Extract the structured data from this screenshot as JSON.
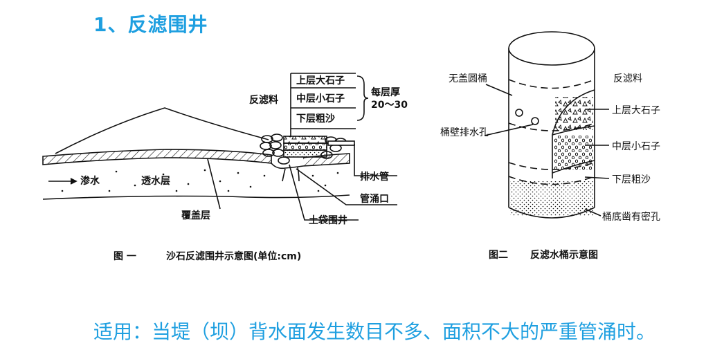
{
  "title": "1、反滤围井",
  "figure1": {
    "caption_no": "图 一",
    "caption_text": "沙石反滤围井示意图(单位:cm)",
    "label_filter": "反滤料",
    "layers": [
      "上层大石子",
      "中层小石子",
      "下层粗沙"
    ],
    "thickness_line1": "每层厚",
    "thickness_line2": "20～30",
    "label_seep": "渗水",
    "label_permeable": "透水层",
    "label_cover": "覆盖层",
    "label_drain": "排水管",
    "label_boil": "管涌口",
    "label_bag": "土袋围井"
  },
  "figure2": {
    "caption_no": "图二",
    "caption_text": "反滤水桶示意图",
    "label_bucket": "无盖圆桶",
    "label_filter": "反滤料",
    "label_holes": "桶壁排水孔",
    "layers": [
      "上层大石子",
      "中层小石子",
      "下层粗沙"
    ],
    "label_bottom": "桶底凿有密孔"
  },
  "footer": "适用：当堤（坝）背水面发生数目不多、面积不大的严重管涌时。"
}
